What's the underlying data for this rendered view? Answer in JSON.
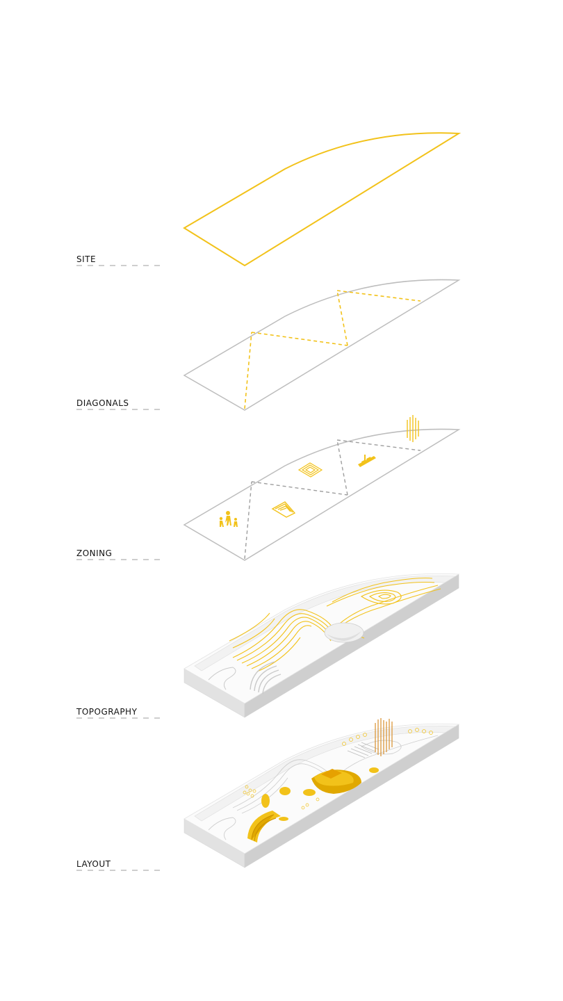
{
  "layers": [
    {
      "id": "site",
      "label": "SITE"
    },
    {
      "id": "diagonals",
      "label": "DIAGONALS"
    },
    {
      "id": "zoning",
      "label": "ZONING"
    },
    {
      "id": "topography",
      "label": "TOPOGRAPHY"
    },
    {
      "id": "layout",
      "label": "LAYOUT"
    }
  ],
  "colors": {
    "accent": "#F2C21A",
    "accent_dark": "#E0A800",
    "accent_light": "#F8DC6A",
    "outline_grey": "#BDBDBD",
    "dash_grey": "#9E9E9E",
    "wall_light": "#F2F2F2",
    "wall_mid": "#E2E2E2",
    "wall_dark": "#CFCFCF",
    "contour_grey": "#C8C8C8",
    "text": "#111111"
  }
}
